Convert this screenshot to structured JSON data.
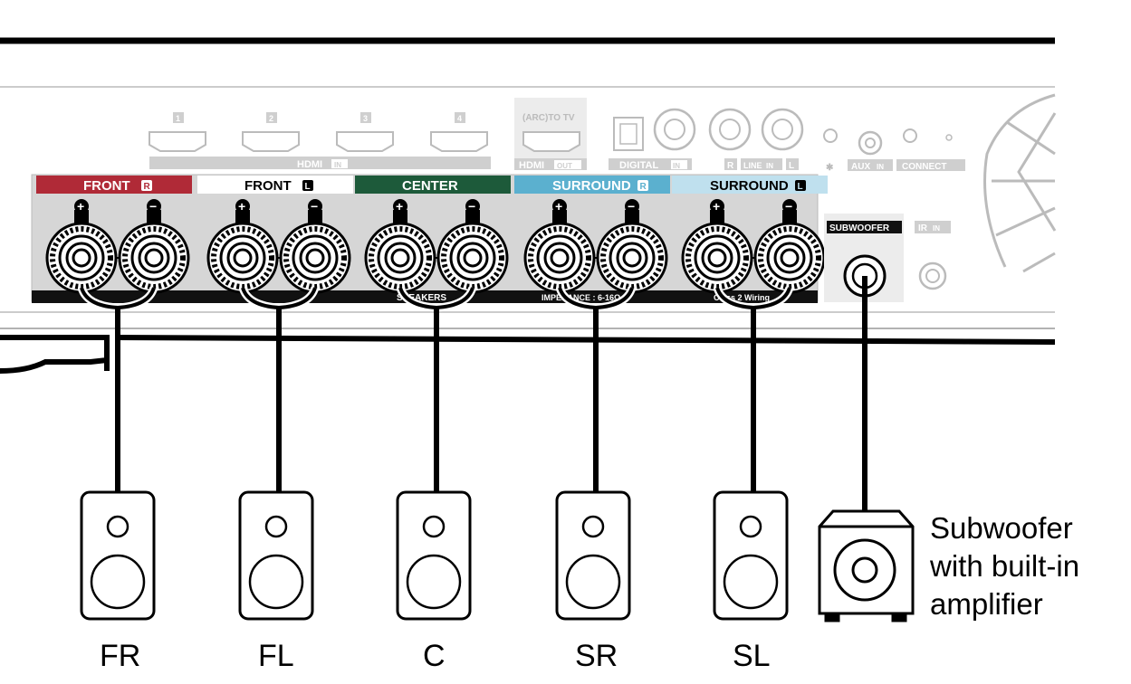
{
  "panel": {
    "hdmi_ports": [
      "1",
      "2",
      "3",
      "4"
    ],
    "hdmi_in_label": "HDMI",
    "in_badge": "IN",
    "out_badge": "OUT",
    "arc_label": "(ARC)TO TV",
    "hdmi_out_label": "HDMI",
    "digital_label": "DIGITAL",
    "line_in": {
      "r": "R",
      "line": "LINE",
      "l": "L"
    },
    "aux_label": "AUX",
    "connect_label": "CONNECT",
    "bluetooth_glyph": "✱",
    "subwoofer_label": "SUBWOOFER",
    "ir_label": "IR",
    "speakers_text": "SPEAKERS",
    "impedance_text": "IMPEDANCE : 6-16Ω",
    "wire_text": "Class 2 Wiring",
    "channels": [
      {
        "name": "FRONT",
        "badge": "R",
        "color": "#b02a37",
        "text_color": "#ffffff"
      },
      {
        "name": "FRONT",
        "badge": "L",
        "color": "#ffffff",
        "text_color": "#000000"
      },
      {
        "name": "CENTER",
        "badge": "",
        "color": "#1d5a3a",
        "text_color": "#ffffff"
      },
      {
        "name": "SURROUND",
        "badge": "R",
        "color": "#5bb0cf",
        "text_color": "#ffffff"
      },
      {
        "name": "SURROUND",
        "badge": "L",
        "color": "#bfe0ee",
        "text_color": "#000000"
      }
    ],
    "plus": "+",
    "minus": "−"
  },
  "speakers": [
    {
      "label": "FR"
    },
    {
      "label": "FL"
    },
    {
      "label": "C"
    },
    {
      "label": "SR"
    },
    {
      "label": "SL"
    }
  ],
  "subwoofer": {
    "caption_lines": [
      "Subwoofer",
      "with built-in",
      "amplifier"
    ]
  }
}
